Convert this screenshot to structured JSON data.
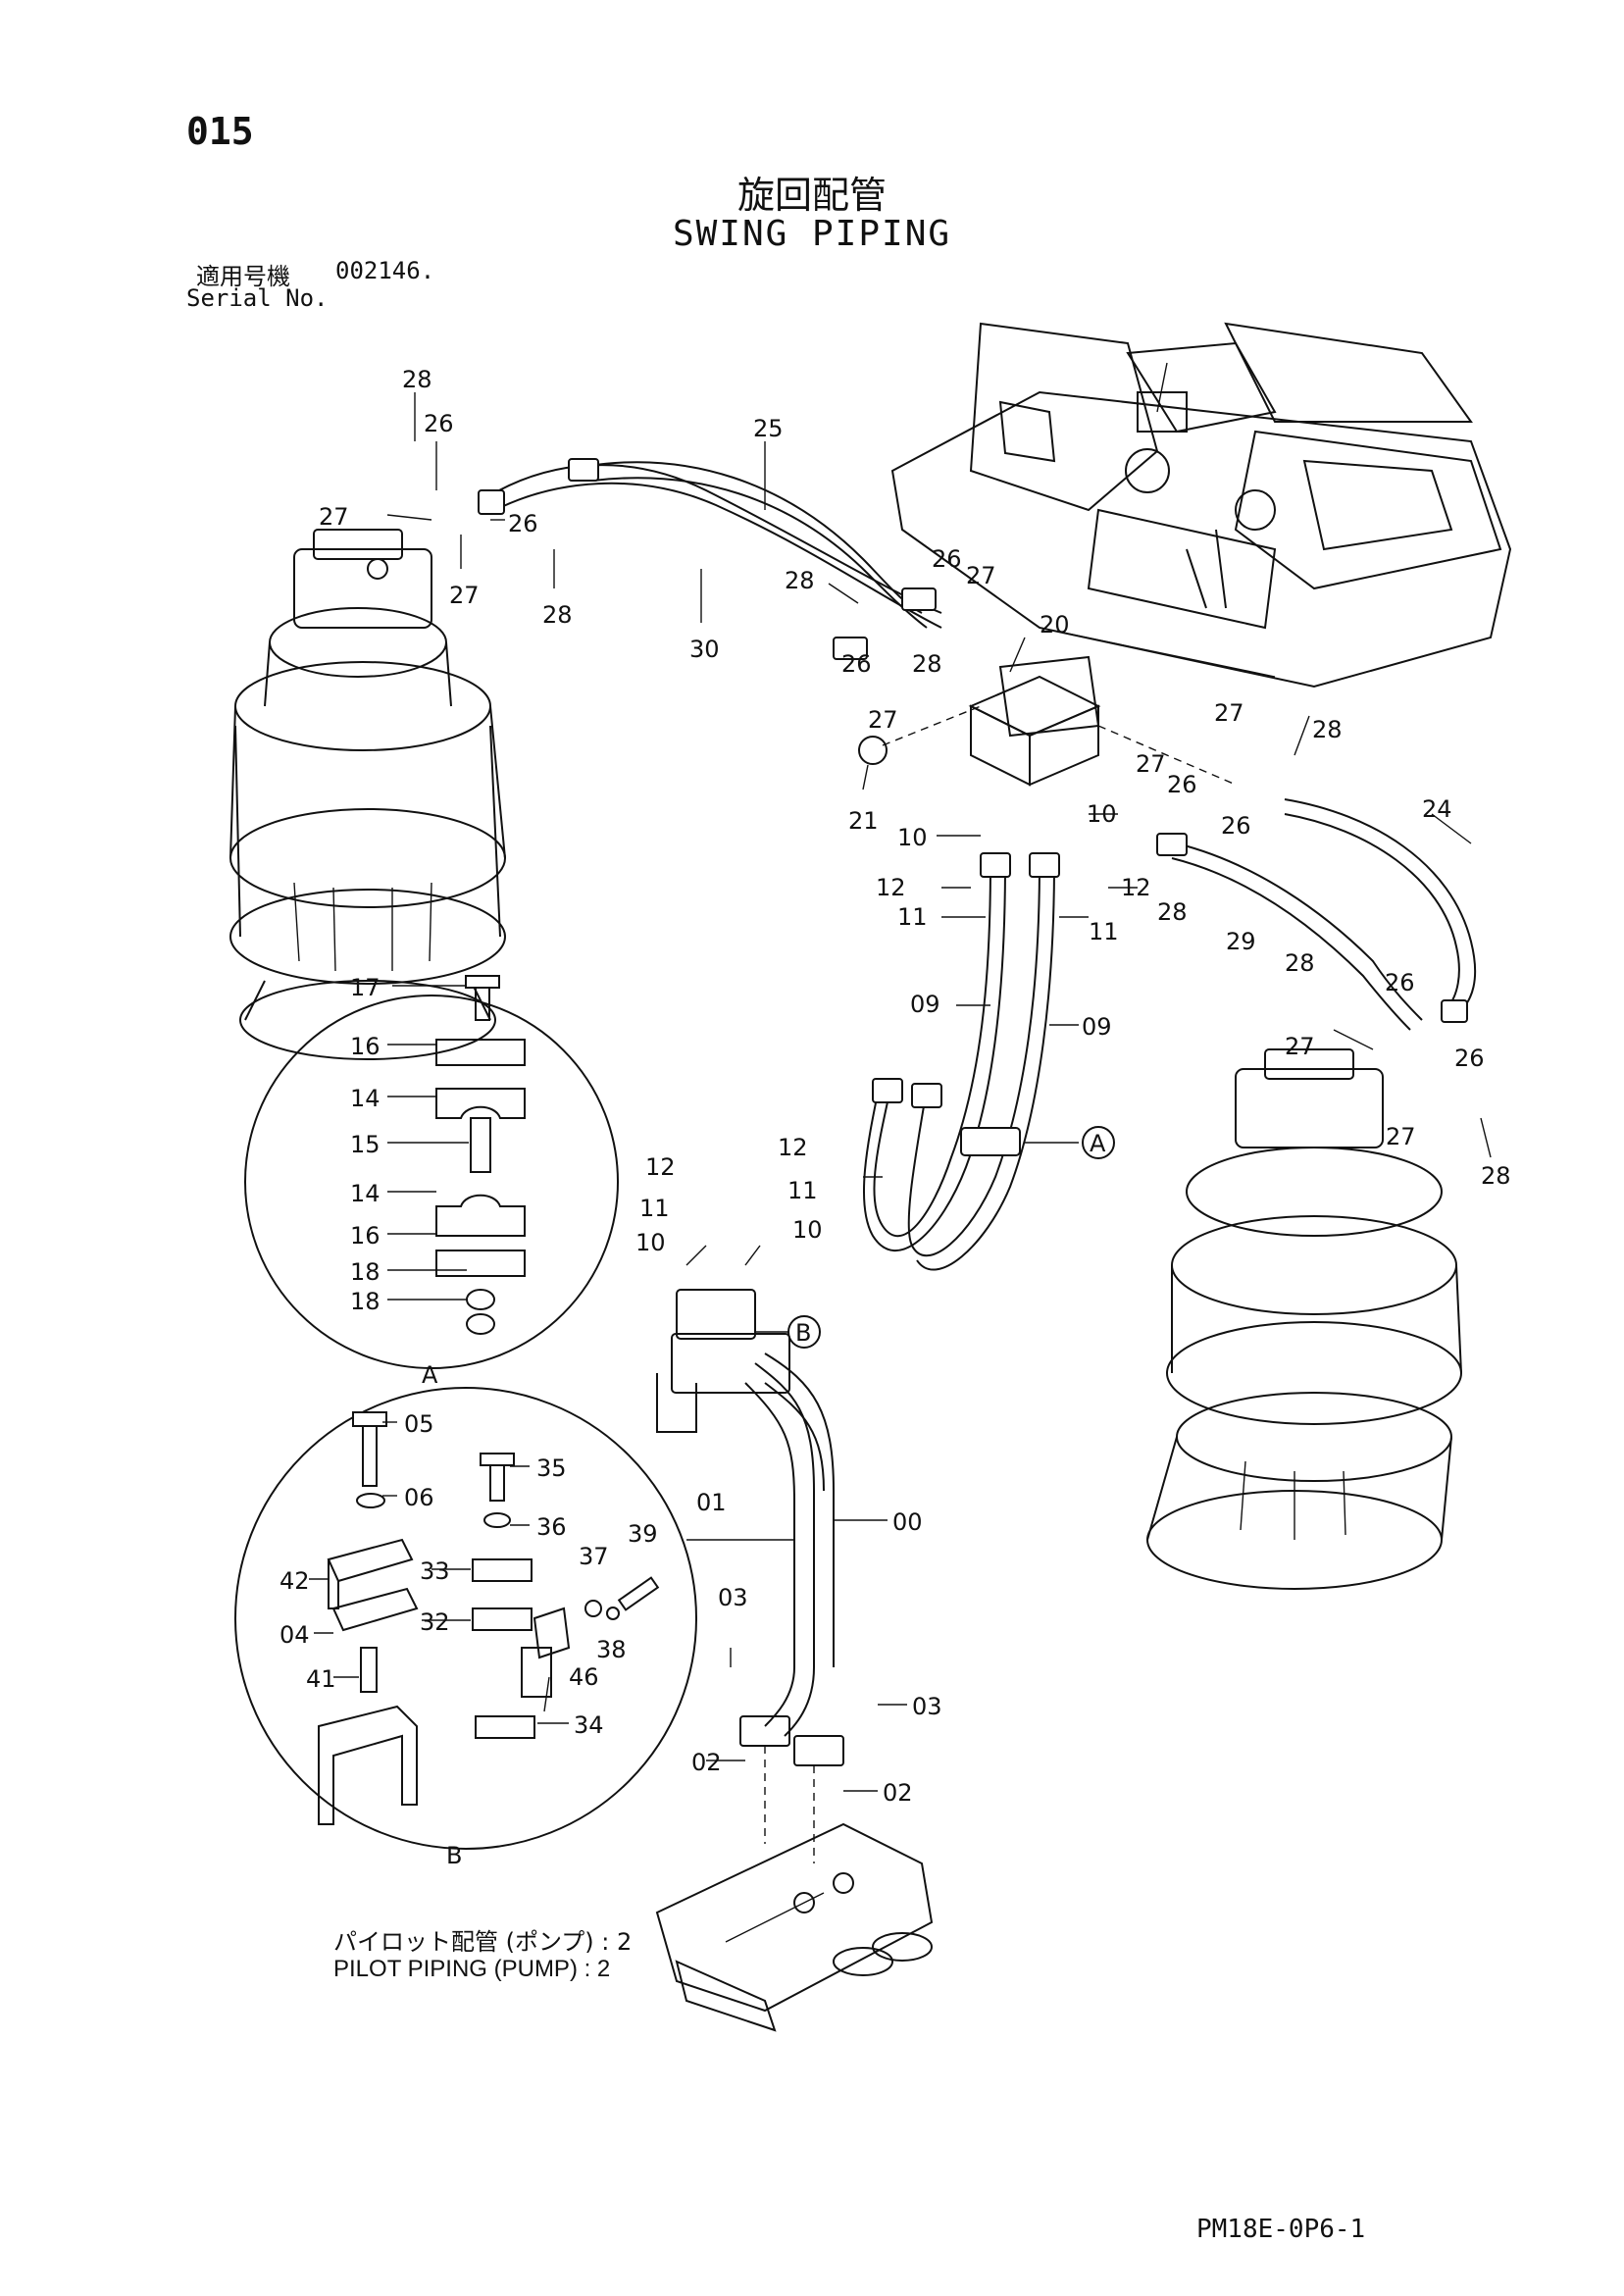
{
  "page_number": "015",
  "title_jp": "旋回配管",
  "title_en": "SWING PIPING",
  "serial_label_jp": "適用号機",
  "serial_number": "002146.",
  "serial_label_en": "Serial No.",
  "reference_jp": "パイロット配管 (ポンプ) : 2",
  "reference_en": "PILOT PIPING (PUMP) : 2",
  "drawing_number": "PM18E-0P6-1",
  "detail_labels": {
    "a": "A",
    "b": "B"
  },
  "labels": {
    "p28a": "28",
    "p26a": "26",
    "p27a": "27",
    "p26b": "26",
    "p27b": "27",
    "p28b": "28",
    "p25": "25",
    "p30": "30",
    "p28c": "28",
    "p26c": "26",
    "p27c": "27",
    "p28d": "28",
    "p26d": "26",
    "p27d": "27",
    "p20": "20",
    "p21": "21",
    "p27e": "27",
    "p28e": "28",
    "p26e": "26",
    "p27f": "27",
    "p26f": "26",
    "p24": "24",
    "p10a": "10",
    "p10b": "10",
    "p12a": "12",
    "p12b": "12",
    "p11a": "11",
    "p11b": "11",
    "p28f": "28",
    "p29": "29",
    "p09a": "09",
    "p09b": "09",
    "p28g": "28",
    "p26g": "26",
    "p27g": "27",
    "p26h": "26",
    "p27h": "27",
    "p28h": "28",
    "p17": "17",
    "p16a": "16",
    "p14a": "14",
    "p15": "15",
    "p14b": "14",
    "p16b": "16",
    "p18a": "18",
    "p18b": "18",
    "p12c": "12",
    "p12d": "12",
    "p11c": "11",
    "p11d": "11",
    "p10c": "10",
    "p10d": "10",
    "p05": "05",
    "p06": "06",
    "p35": "35",
    "p36": "36",
    "p42": "42",
    "p33": "33",
    "p37": "37",
    "p39": "39",
    "p04": "04",
    "p32": "32",
    "p38": "38",
    "p46": "46",
    "p41": "41",
    "p34": "34",
    "p01": "01",
    "p00": "00",
    "p03a": "03",
    "p03b": "03",
    "p02a": "02",
    "p02b": "02"
  }
}
